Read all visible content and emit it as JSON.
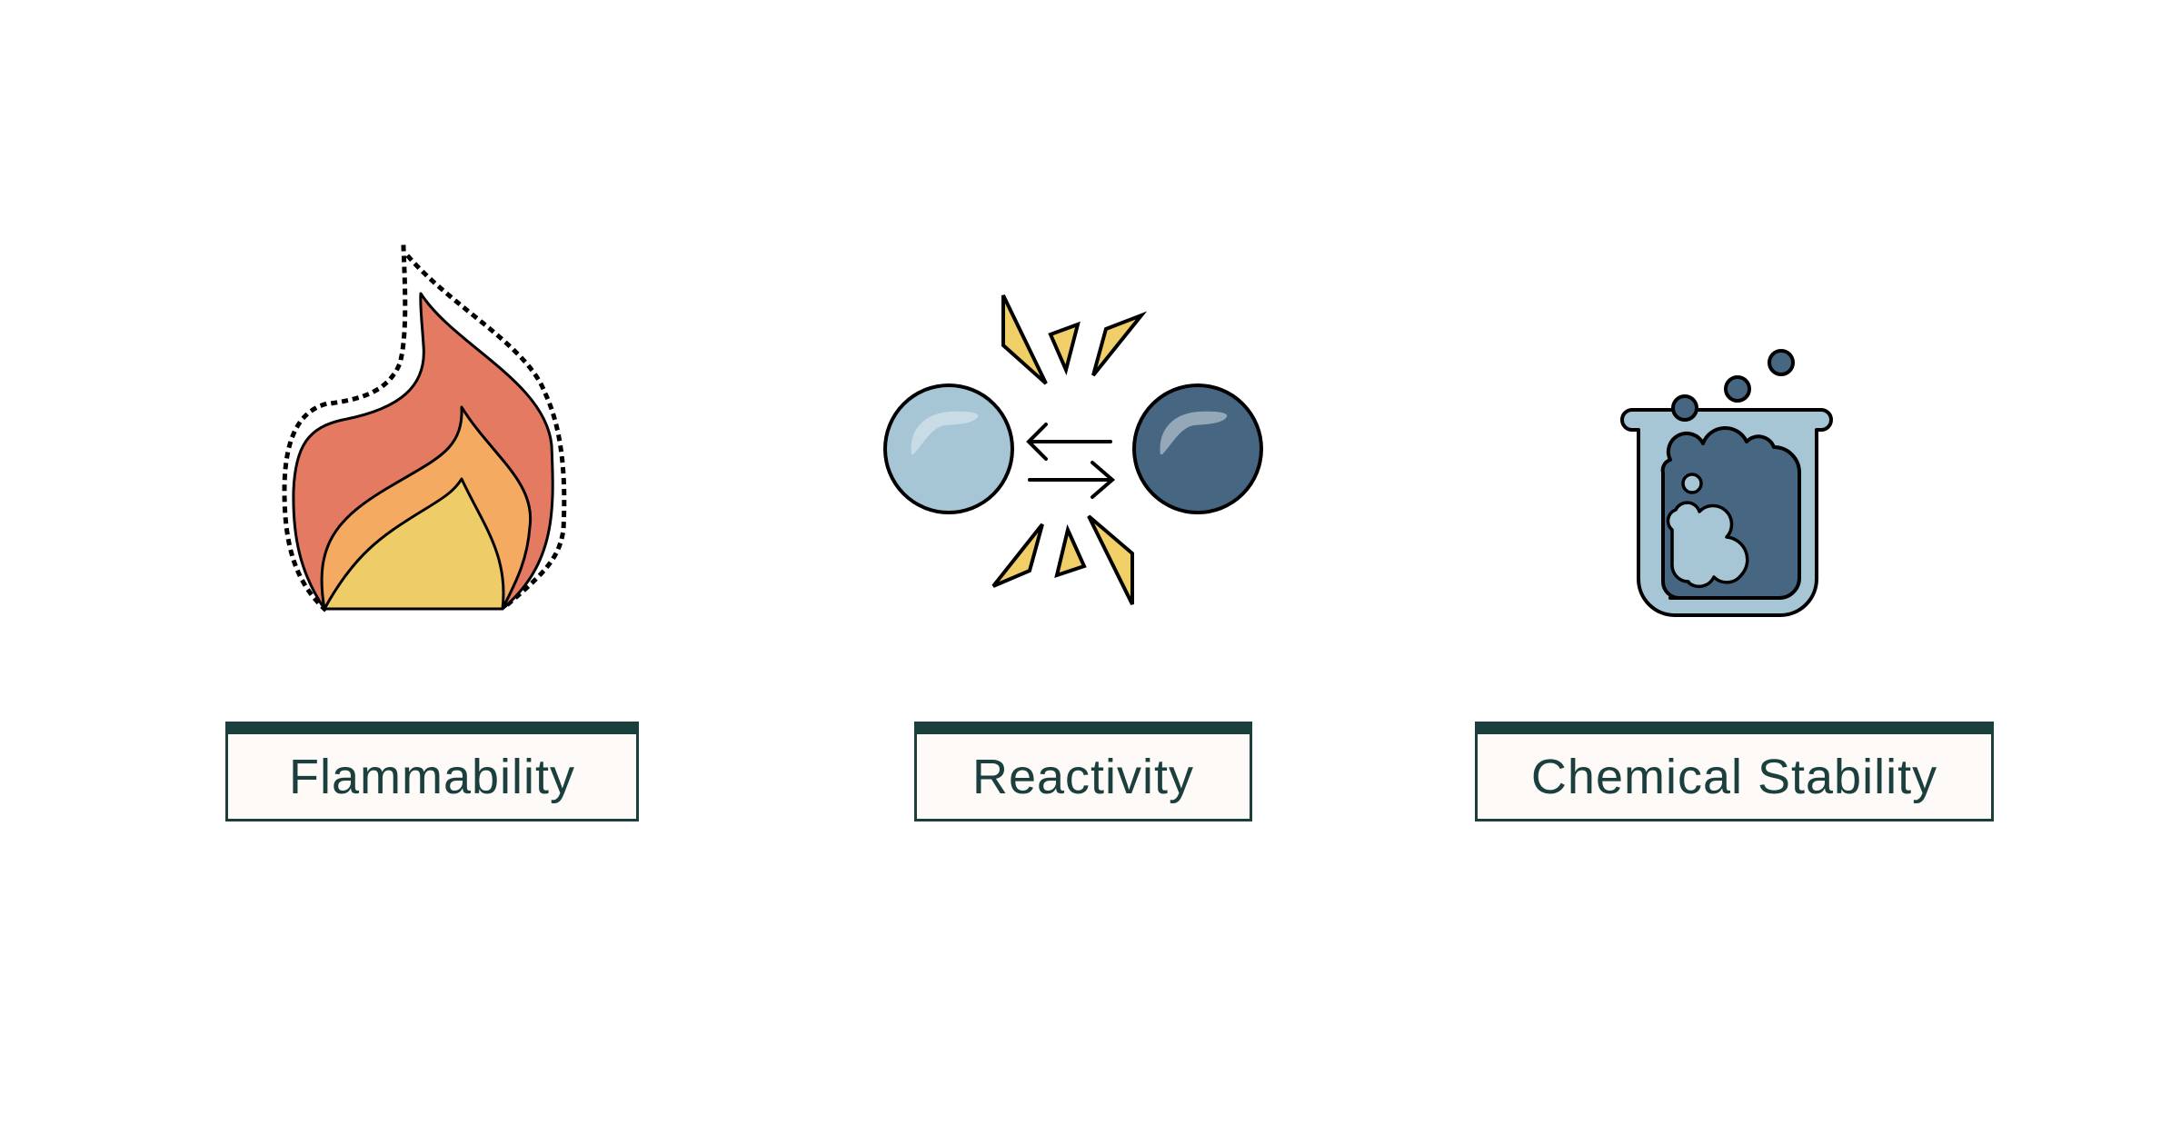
{
  "categories": [
    {
      "label": "Flammability",
      "icon": "flame-icon"
    },
    {
      "label": "Reactivity",
      "icon": "colliding-particles-icon"
    },
    {
      "label": "Chemical Stability",
      "icon": "bubbling-beaker-icon"
    }
  ],
  "colors": {
    "label_text": "#1a3f3d",
    "label_bg": "#fdfaf7",
    "flame_outer": "#e47a62",
    "flame_middle": "#f5aa62",
    "flame_inner": "#eecd69",
    "particle_light": "#a7c6d5",
    "particle_dark": "#466682",
    "shard": "#f0cf69"
  }
}
